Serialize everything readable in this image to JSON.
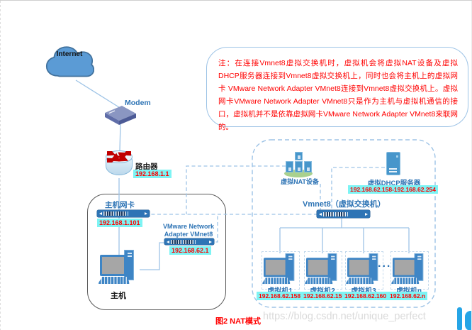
{
  "note": {
    "text": "注：在连接Vmnet8虚拟交换机时，虚拟机会将虚拟NAT设备及虚拟DHCP服务器连接到Vmnet8虚拟交换机上，同时也会将主机上的虚拟网卡 VMware Network Adapter VMnet8连接到Vmnet8虚拟交换机上。虚拟网卡VMware Network Adapter VMnet8只是作为主机与虚拟机通信的接口，虚拟机并不是依靠虚拟网卡VMware Network Adapter VMnet8来联网的。"
  },
  "internet": {
    "label": "Internet"
  },
  "modem": {
    "label": "Modem"
  },
  "router": {
    "label": "路由器",
    "ip": "192.168.1.1"
  },
  "host": {
    "nic_label": "主机网卡",
    "nic_ip": "192.168.1.101",
    "vmnet8_label_line1": "VMware Network",
    "vmnet8_label_line2": "Adapter VMnet8",
    "vmnet8_ip": "192.168.62.1",
    "pc_label": "主机"
  },
  "virtual_net": {
    "nat_label": "虚拟NAT设备",
    "dhcp_label": "虚拟DHCP服务器",
    "dhcp_range": "192.168.62.158-192.168.62.254",
    "switch_label": "Vmnet8（虚拟交换机）",
    "dots": "...",
    "vms": [
      {
        "label": "虚拟机1",
        "ip": "192.168.62.158"
      },
      {
        "label": "虚拟机2",
        "ip": "192.168.62.159"
      },
      {
        "label": "虚拟机3",
        "ip": "192.168.62.160"
      },
      {
        "label": "虚拟机n",
        "ip": "192.168.62.n"
      }
    ]
  },
  "caption": "图2 NAT模式",
  "watermark": "https://blog.csdn.net/unique_perfect",
  "colors": {
    "label_blue": "#2e74b5",
    "line_blue": "#9dc3e6",
    "ip_chip_bg": "#7df4f4",
    "ip_chip_text": "#ff0000",
    "note_red": "#ff0000",
    "host_border_gray": "#595959",
    "device_blue": "#3e85c5",
    "nat_base_green": "#a9d18e",
    "cloud_blue": "#5b9bd5",
    "modem_slate": "#5f6da8",
    "watermark_gray": "#dadada",
    "csdn_blue": "#26a5e6"
  }
}
